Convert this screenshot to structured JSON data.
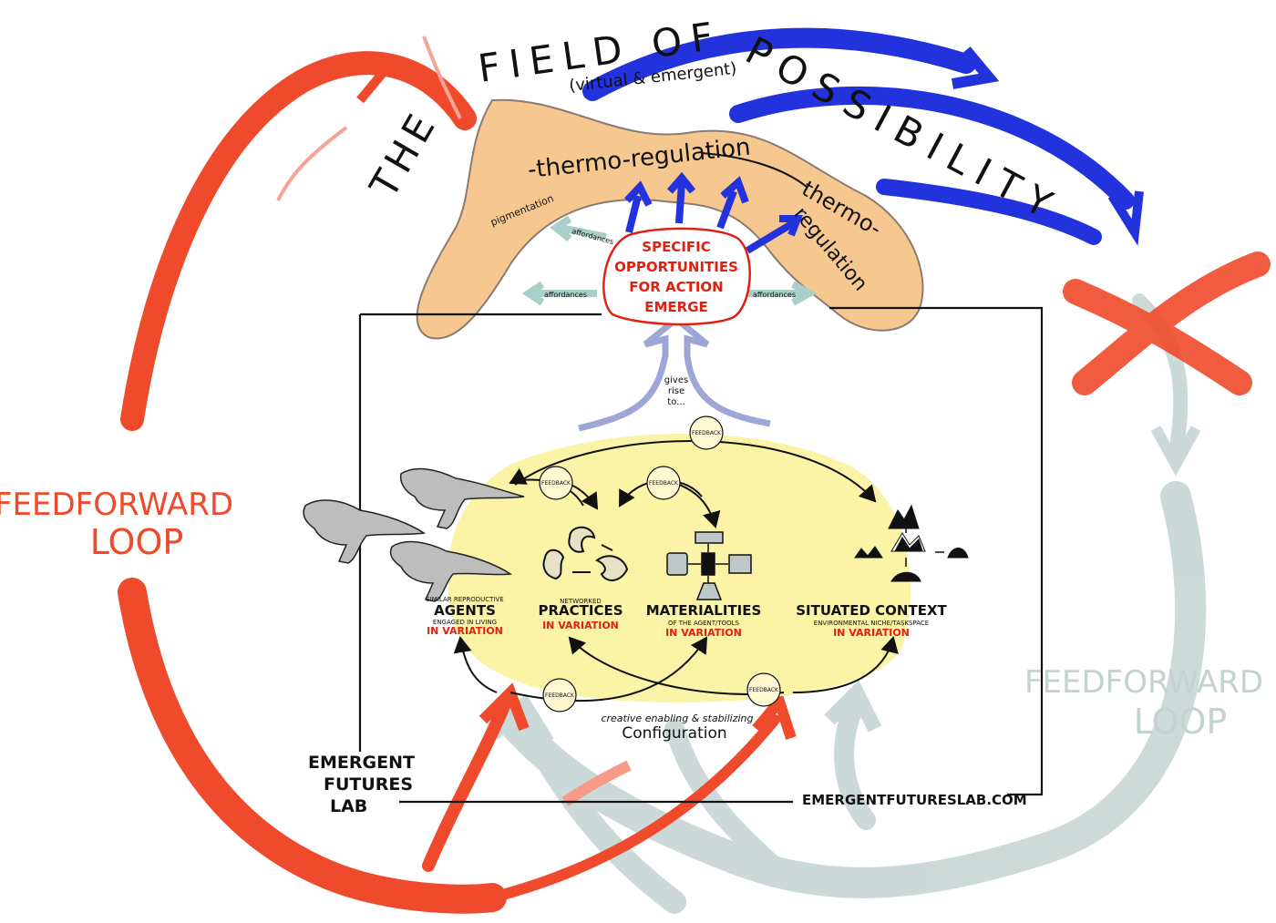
{
  "field": {
    "title_the": "THE",
    "title_field_of": "FIELD OF",
    "title_possibility": "POSSIBILITY",
    "subtitle": "(virtual & emergent)",
    "pigmentation": "pigmentation",
    "thermo_regulation_top": "-thermo-regulation",
    "thermo_regulation_right_1": "thermo-",
    "thermo_regulation_right_2": "regulation"
  },
  "opportunities": {
    "line1": "SPECIFIC",
    "line2": "OPPORTUNITIES",
    "line3": "FOR ACTION",
    "line4": "EMERGE"
  },
  "affordances": [
    "affordances",
    "affordances",
    "affordances"
  ],
  "gives_rise": {
    "line1": "gives",
    "line2": "rise",
    "line3": "to..."
  },
  "feedback_label": "FEEDBACK",
  "columns": [
    {
      "small": "SIMILAR REPRODUCTIVE",
      "title": "AGENTS",
      "sub": "ENGAGED IN LIVING",
      "variation": "IN VARIATION"
    },
    {
      "small": "NETWORKED",
      "title": "PRACTICES",
      "sub": "",
      "variation": "IN VARIATION"
    },
    {
      "small": "",
      "title": "MATERIALITIES",
      "sub": "OF THE AGENT/TOOLS",
      "variation": "IN VARIATION"
    },
    {
      "small": "",
      "title": "SITUATED CONTEXT",
      "sub": "ENVIRONMENTAL NICHE/TASKSPACE",
      "variation": "IN VARIATION"
    }
  ],
  "configuration": {
    "line1": "creative enabling & stabilizing",
    "line2": "Configuration"
  },
  "feedforward_left": {
    "line1": "FEEDFORWARD",
    "line2": "LOOP"
  },
  "feedforward_right": {
    "line1": "FEEDFORWARD",
    "line2": "LOOP"
  },
  "logo": {
    "line1": "EMERGENT",
    "line2": "FUTURES",
    "line3": "LAB"
  },
  "website": "EMERGENTFUTURESLAB.COM",
  "colors": {
    "red": "#f04a2c",
    "blue": "#2233dd",
    "grey_blue": "#c9d8d6",
    "tan": "#f6c890",
    "yellow": "#fbf3a6",
    "lavender": "#9ea6d6",
    "teal": "#a8cfc8",
    "dark_red": "#e02010"
  }
}
